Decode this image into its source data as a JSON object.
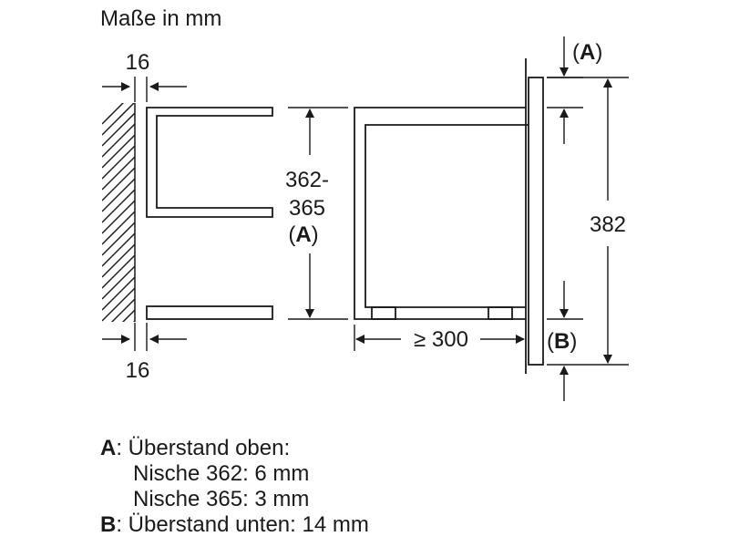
{
  "title": "Maße in mm",
  "dimensions": {
    "gap_top": "16",
    "gap_bottom": "16",
    "height_line1": "362-",
    "height_line2": "365",
    "height_line3_open": "(",
    "height_line3_letter": "A",
    "height_line3_close": ")",
    "depth": "≥ 300",
    "total_height": "382",
    "marker_a_open": "(",
    "marker_a_letter": "A",
    "marker_a_close": ")",
    "marker_b_open": "(",
    "marker_b_letter": "B",
    "marker_b_close": ")"
  },
  "legend": {
    "a_key": "A",
    "a_text": ": Überstand oben:",
    "a_sub1": "Nische 362: 6 mm",
    "a_sub2": "Nische 365: 3 mm",
    "b_key": "B",
    "b_text": ": Überstand unten: 14 mm"
  }
}
